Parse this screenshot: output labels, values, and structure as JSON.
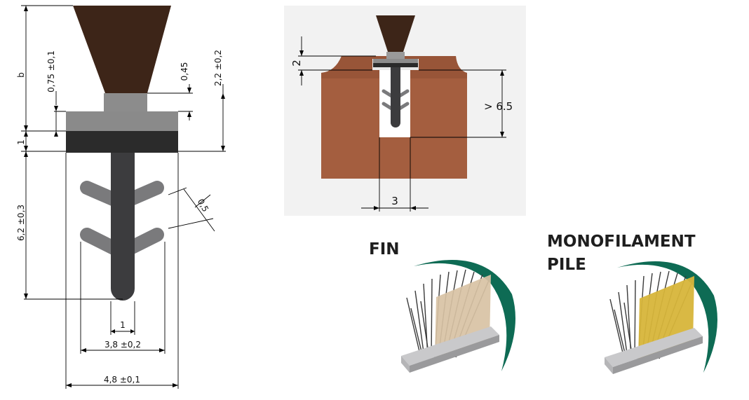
{
  "profile_drawing": {
    "dimensions": {
      "b": "b",
      "top_flange": "0,75 ±0,1",
      "neck": "0,45",
      "head_height": "2,2 ±0,2",
      "base_plate": "1",
      "stem_length": "6,2 ±0,3",
      "barb_thickness": "0,5",
      "stem_width": "1",
      "barb_span": "3,8 ±0,2",
      "overall_width": "4,8 ±0,1"
    },
    "colors": {
      "brush": "#3d2518",
      "plate_light": "#8a8a8a",
      "plate_dark": "#2b2b2b",
      "stem": "#3c3c3e",
      "barbs": "#7a7a7c"
    }
  },
  "groove_drawing": {
    "dimensions": {
      "top_gap": "2",
      "groove_depth": "> 6.5",
      "groove_width": "3"
    },
    "colors": {
      "wood": "#a45e3f",
      "wood_edge": "#8e4f33",
      "background": "#f2f2f2"
    }
  },
  "variants": [
    {
      "label_lines": [
        "FIN"
      ],
      "fin_color": "#d8c2a4",
      "arc_color": "#0e6b54"
    },
    {
      "label_lines": [
        "MONOFILAMENT",
        "PILE"
      ],
      "fin_color": "#d7b53a",
      "arc_color": "#0e6b54"
    }
  ]
}
